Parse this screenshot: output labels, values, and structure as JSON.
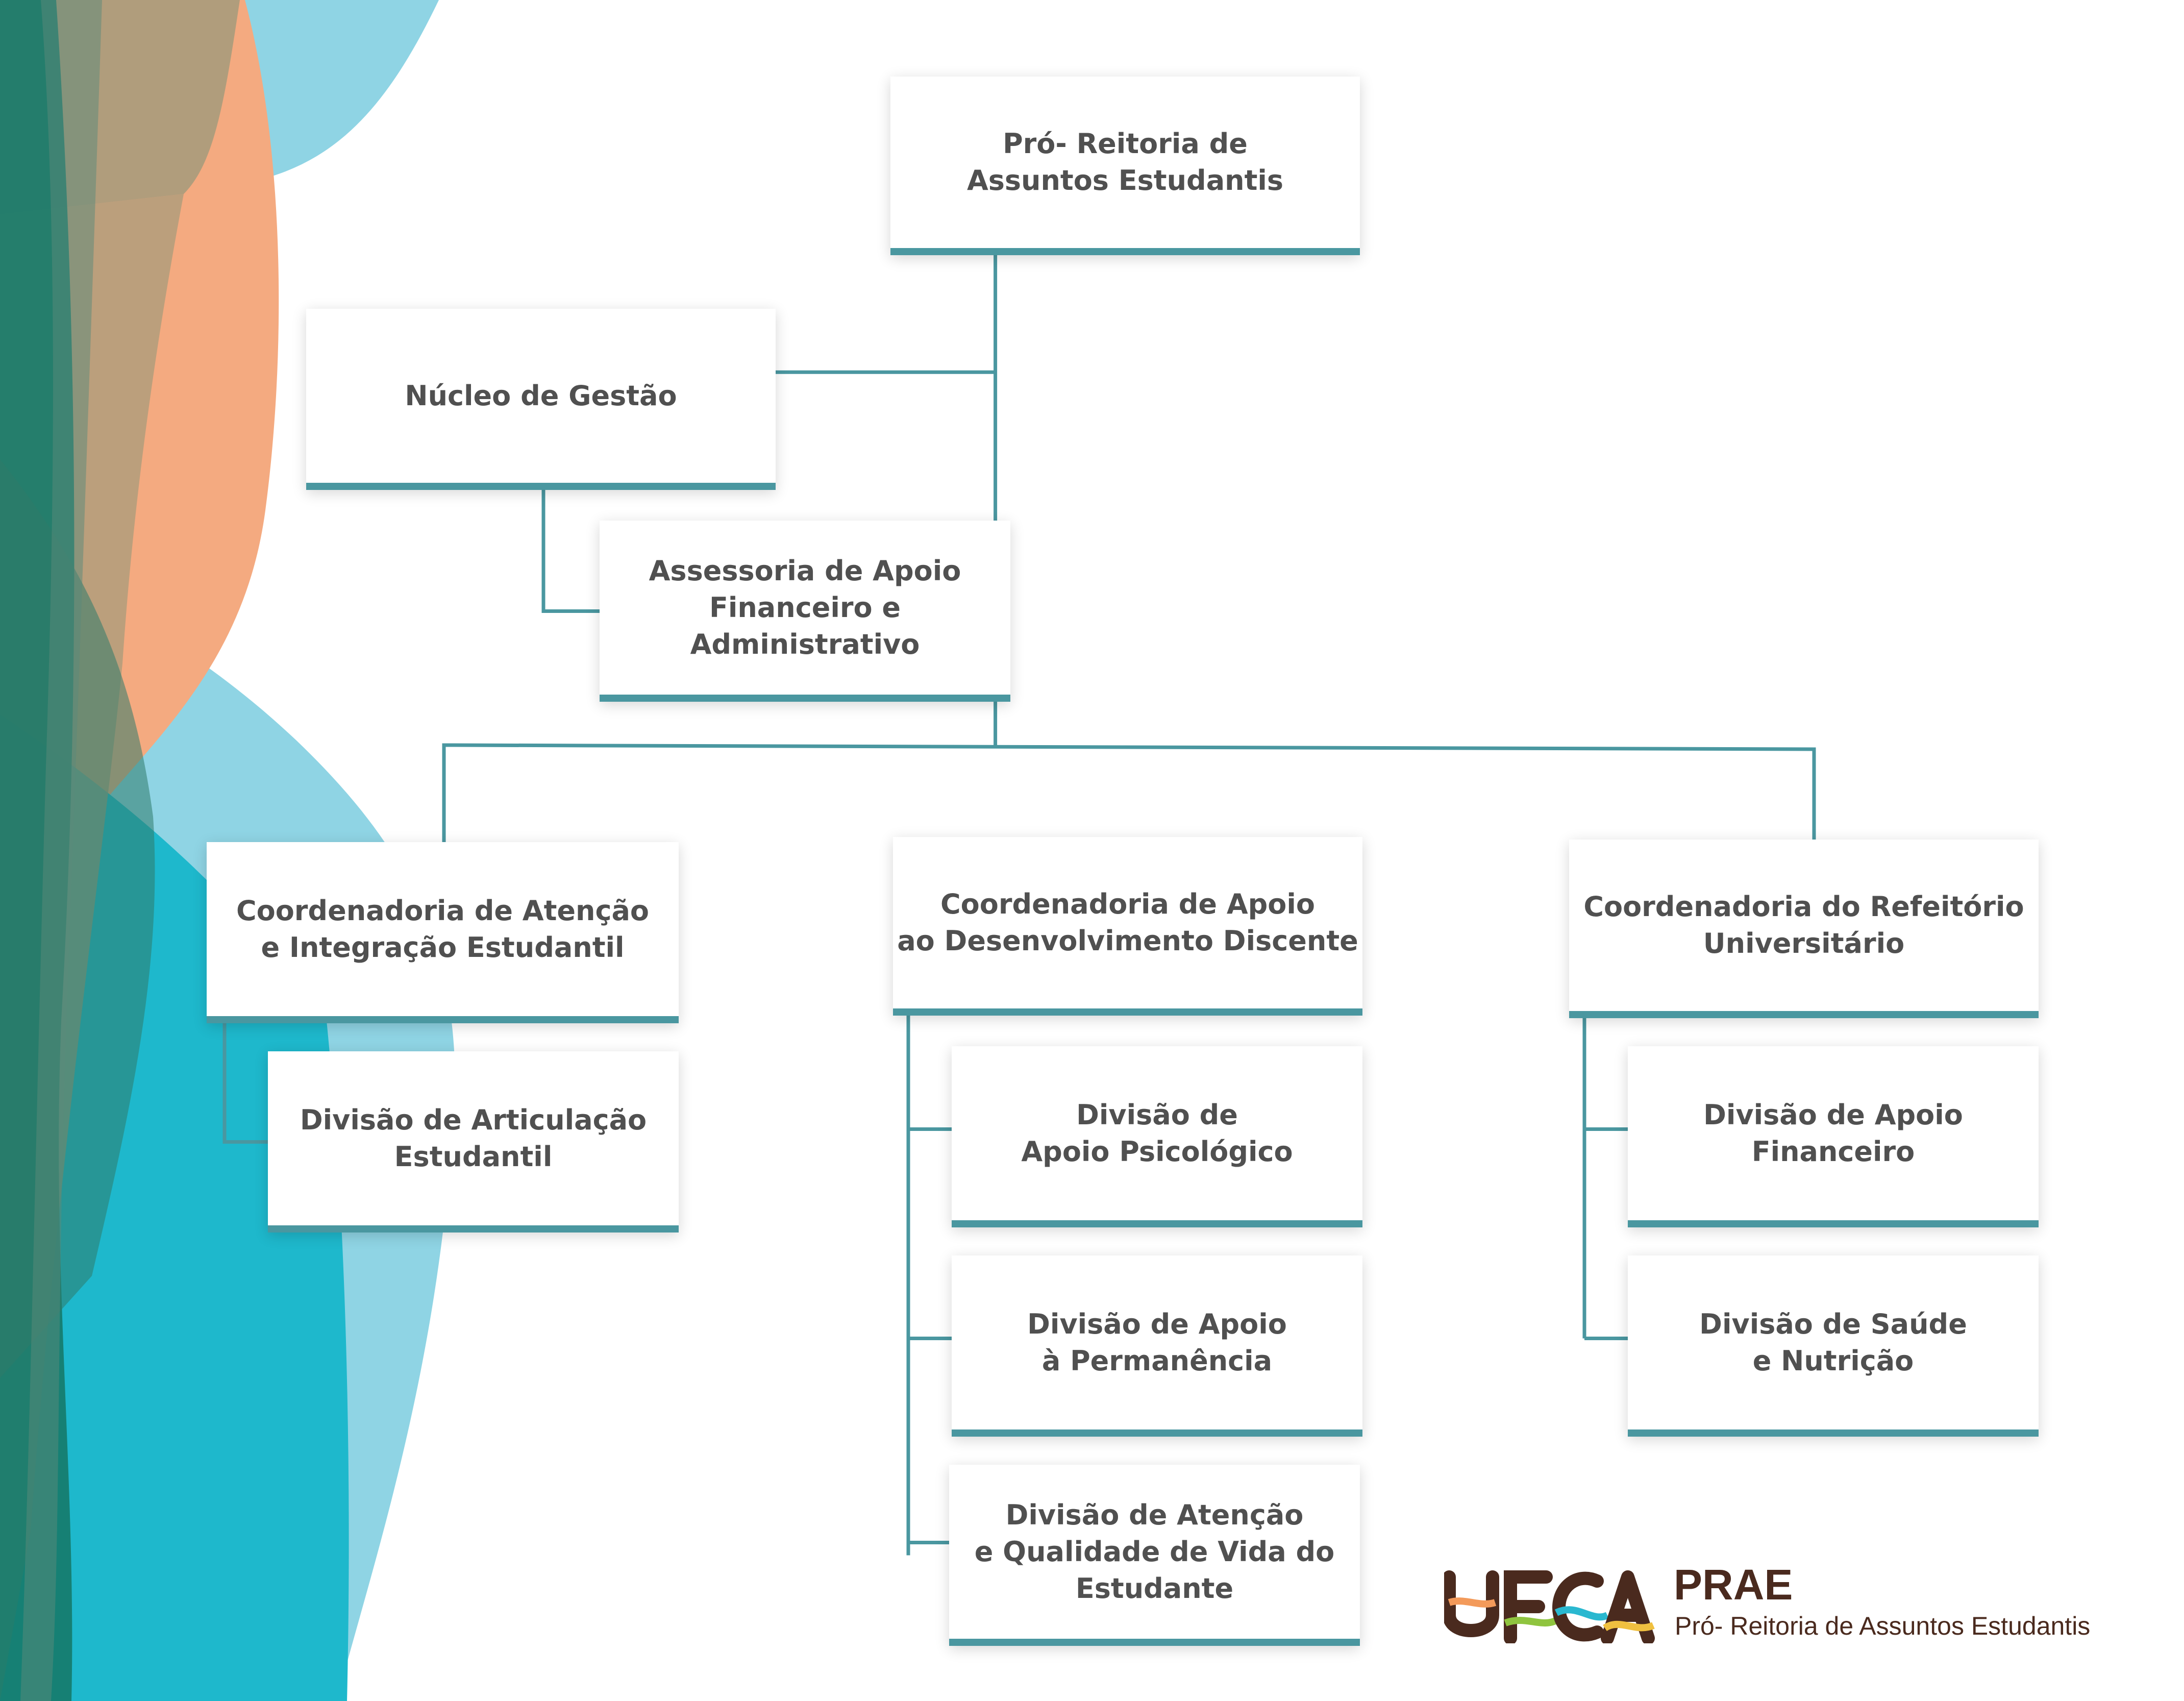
{
  "nodes": {
    "prae": "Pró- Reitoria de\nAssuntos Estudantis",
    "nucleo_gestao": "Núcleo de Gestão",
    "assessoria": "Assessoria de Apoio\nFinanceiro e\nAdministrativo",
    "coord_atencao": "Coordenadoria de Atenção\ne Integração Estudantil",
    "div_articulacao": "Divisão de Articulação\nEstudantil",
    "coord_apoio_desenv": "Coordenadoria de Apoio\nao Desenvolvimento Discente",
    "div_psicologico": "Divisão de\nApoio Psicológico",
    "div_permanencia": "Divisão de Apoio\nà Permanência",
    "div_qualidade_vida": "Divisão de Atenção\ne Qualidade de Vida do\nEstudante",
    "coord_refeitorio": "Coordenadoria do Refeitório\nUniversitário",
    "div_apoio_financeiro": "Divisão de Apoio\nFinanceiro",
    "div_saude": "Divisão de Saúde\ne Nutrição"
  },
  "logo": {
    "title": "PRAE",
    "subtitle": "Pró- Reitoria de Assuntos Estudantis"
  },
  "colors": {
    "accent": "#4a97a0",
    "text": "#505050",
    "brand": "#4a2a1e"
  },
  "icons": {
    "logo_mark": "ufca-logo-icon"
  }
}
